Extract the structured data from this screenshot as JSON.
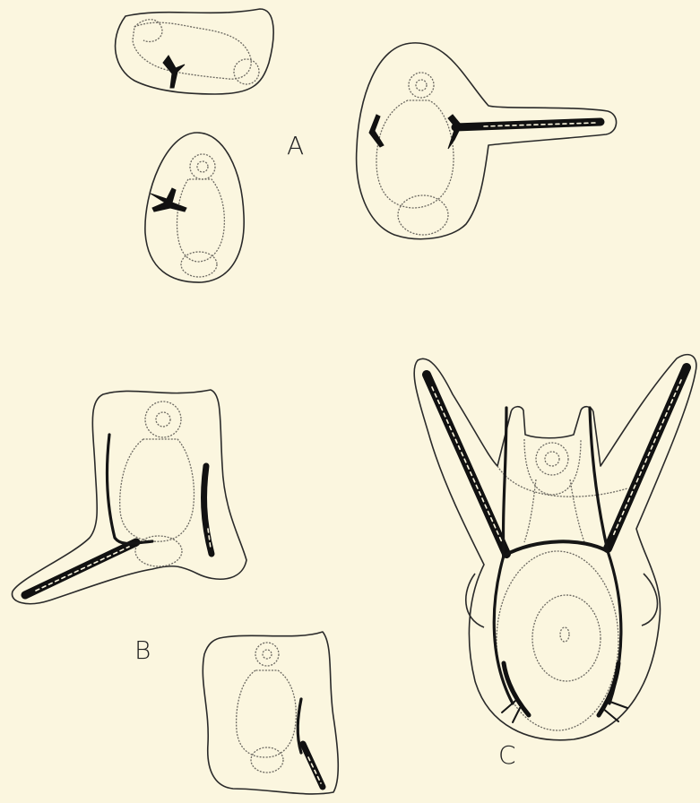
{
  "figure": {
    "labels": {
      "a": "A",
      "b": "B",
      "c": "C"
    },
    "colors": {
      "paper": "#fbf6df",
      "ink": "#111111",
      "pencil": "#6d6a62"
    }
  }
}
